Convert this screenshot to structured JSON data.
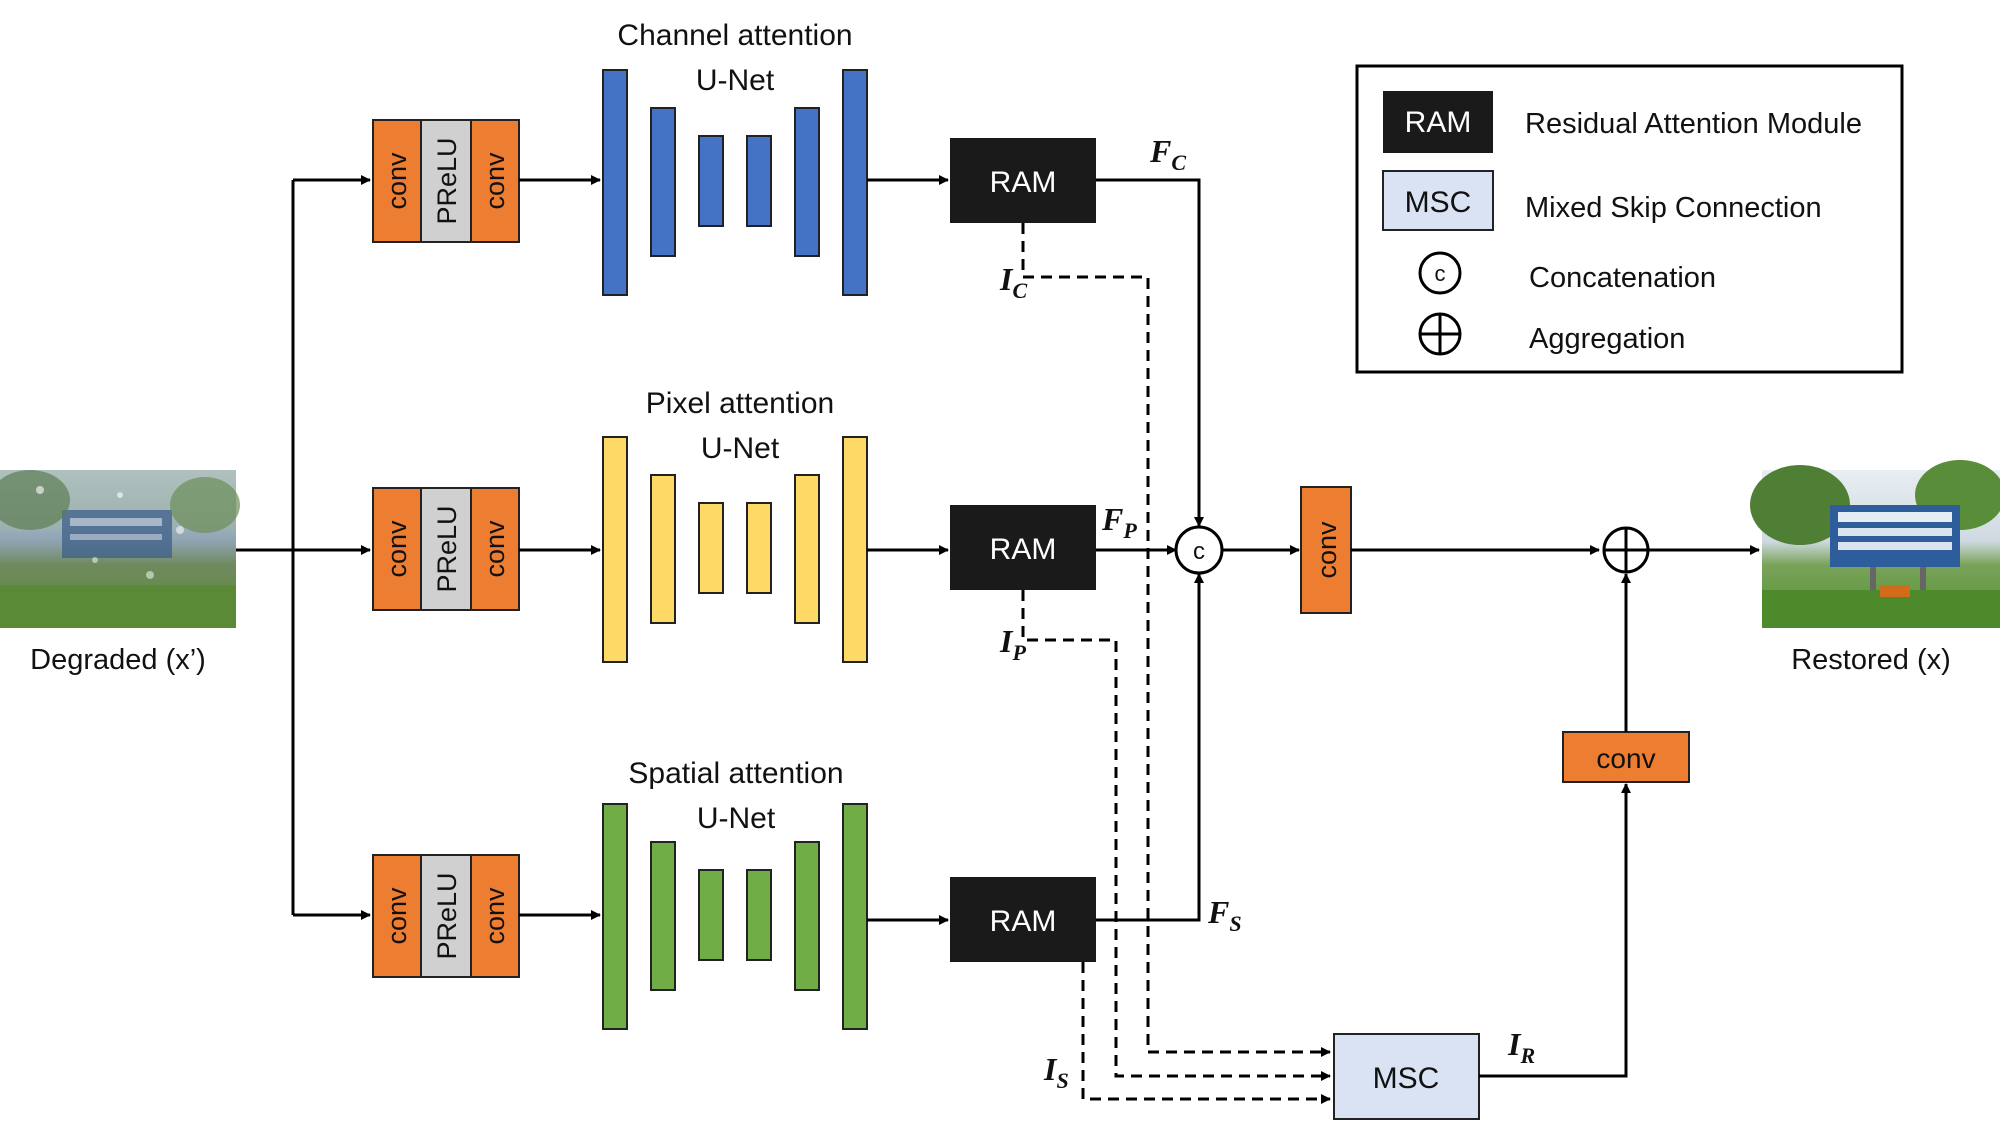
{
  "input": {
    "label": "Degraded (x’)"
  },
  "output": {
    "label": "Restored (x)"
  },
  "branches": [
    {
      "title": "Channel attention",
      "subtitle": "U-Net",
      "color": "#4472c4",
      "stem": [
        "conv",
        "PReLU",
        "conv"
      ],
      "ram": "RAM",
      "feat": "F",
      "feat_sub": "C",
      "img": "I",
      "img_sub": "C"
    },
    {
      "title": "Pixel attention",
      "subtitle": "U-Net",
      "color": "#ffd966",
      "stem": [
        "conv",
        "PReLU",
        "conv"
      ],
      "ram": "RAM",
      "feat": "F",
      "feat_sub": "P",
      "img": "I",
      "img_sub": "P"
    },
    {
      "title": "Spatial attention",
      "subtitle": "U-Net",
      "color": "#70ad47",
      "stem": [
        "conv",
        "PReLU",
        "conv"
      ],
      "ram": "RAM",
      "feat": "F",
      "feat_sub": "S",
      "img": "I",
      "img_sub": "S"
    }
  ],
  "fusion": {
    "concat_symbol": "c",
    "conv": "conv"
  },
  "skip": {
    "msc": "MSC",
    "feat": "I",
    "feat_sub": "R",
    "conv": "conv"
  },
  "legend": {
    "items": [
      {
        "key": "RAM",
        "text": "Residual Attention Module"
      },
      {
        "key": "MSC",
        "text": "Mixed Skip Connection"
      },
      {
        "key": "c",
        "text": "Concatenation"
      },
      {
        "key": "",
        "text": "Aggregation"
      }
    ]
  },
  "colors": {
    "conv": "#ed7d31",
    "prelu": "#d0d0d0",
    "ram": "#1a1a1a",
    "msc": "#dae3f3",
    "channel": "#4472c4",
    "pixel": "#ffd966",
    "spatial": "#70ad47"
  }
}
